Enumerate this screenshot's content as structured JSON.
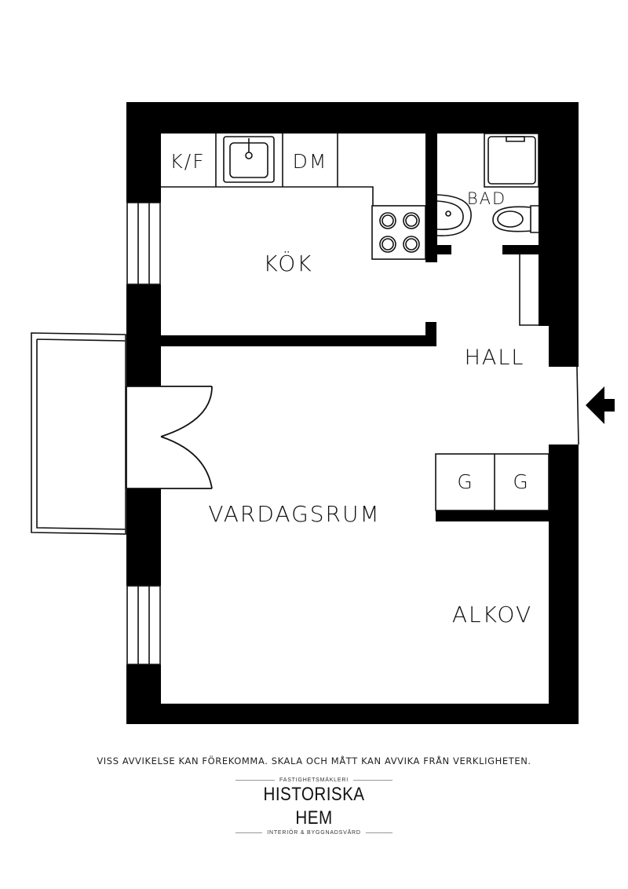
{
  "rooms": {
    "kitchen": "KÖK",
    "bathroom": "BAD",
    "hall": "HALL",
    "living_room": "VARDAGSRUM",
    "alcove": "ALKOV"
  },
  "fixtures": {
    "fridge_freezer": "K/F",
    "dishwasher": "DM",
    "wardrobe_1": "G",
    "wardrobe_2": "G"
  },
  "footer": {
    "disclaimer": "VISS AVVIKELSE KAN FÖREKOMMA. SKALA OCH MÅTT KAN AVVIKA FRÅN VERKLIGHETEN.",
    "logo_top": "FASTIGHETSMÄKLERI",
    "logo_name": "HISTORISKA HEM",
    "logo_bottom": "INTERIÖR & BYGGNADSVÅRD"
  },
  "colors": {
    "wall": "#000000",
    "line": "#111111",
    "background": "#ffffff"
  }
}
